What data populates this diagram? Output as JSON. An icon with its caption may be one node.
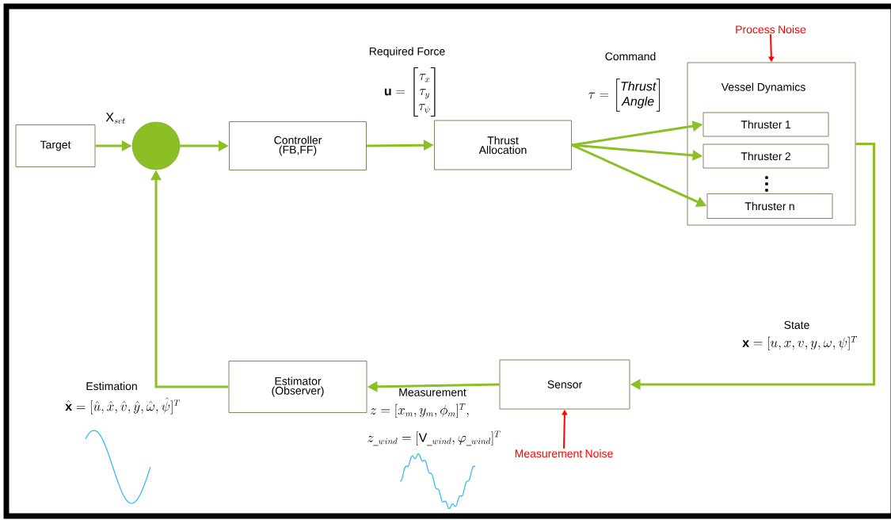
{
  "diagram": {
    "nodes": [
      {
        "text": [
          "Target"
        ]
      },
      {
        "text": [],
        "shape": "circle"
      },
      {
        "text": [
          "Controller (FB,FF)"
        ]
      },
      {
        "text": [
          "Thrust Allocation"
        ]
      },
      {
        "text": [
          "Vessel Dynamics"
        ]
      },
      {
        "text": [
          "Thruster 1"
        ],
        "in": 4
      },
      {
        "text": [
          "Thruster 2"
        ],
        "in": 4
      },
      {
        "text": [
          "Thruster n"
        ],
        "in": 4
      },
      {
        "text": [
          "Sensor"
        ]
      },
      {
        "text": [
          "Estimator (Observer)"
        ]
      },
      {
        "text": [
          "Process Noise"
        ]
      },
      {
        "text": [
          "Measurement Noise"
        ]
      }
    ],
    "edges": [
      {
        "from": 0,
        "to": 1,
        "arrow": "to"
      },
      {
        "from": 1,
        "to": 2,
        "arrow": "to"
      },
      {
        "from": 2,
        "to": 3,
        "arrow": "to"
      },
      {
        "from": 3,
        "to": 5,
        "arrow": "to"
      },
      {
        "from": 3,
        "to": 6,
        "arrow": "to"
      },
      {
        "from": 3,
        "to": 7,
        "arrow": "to"
      },
      {
        "from": 4,
        "to": 8,
        "arrow": "to"
      },
      {
        "from": 8,
        "to": 9,
        "arrow": "to"
      },
      {
        "from": 9,
        "to": 1,
        "arrow": "to"
      },
      {
        "from": 10,
        "to": 4,
        "arrow": "to",
        "color": "#ff0000"
      },
      {
        "from": 11,
        "to": 8,
        "arrow": "to",
        "color": "#ff0000"
      }
    ],
    "labels": [
      "\\mathrm{X}_{set}",
      "Required Force",
      "\\mathbf{u}=\\begin{bmatrix}\\tau_x\\\\ \\tau_y\\\\ \\tau_\\psi\\end{bmatrix}",
      "Command",
      "\\tau=\\begin{bmatrix}\\mathit{Thrust}\\\\ \\mathit{Angle}\\end{bmatrix}",
      "State",
      "\\mathbf{x}=[u,x,v,y,\\omega,\\psi]^T",
      "Measurement",
      "z=[x_m,y_m,\\phi_m]^T,",
      "z_{\\_wind}=[\\mathrm{V}_{\\_wind},\\varphi_{\\_wind}]^T",
      "Estimation",
      "\\hat{\\mathbf{x}}=[\\hat{u},\\hat{x},\\hat{v},\\hat{y},\\hat{\\omega},\\hat{\\psi}]^T"
    ]
  }
}
